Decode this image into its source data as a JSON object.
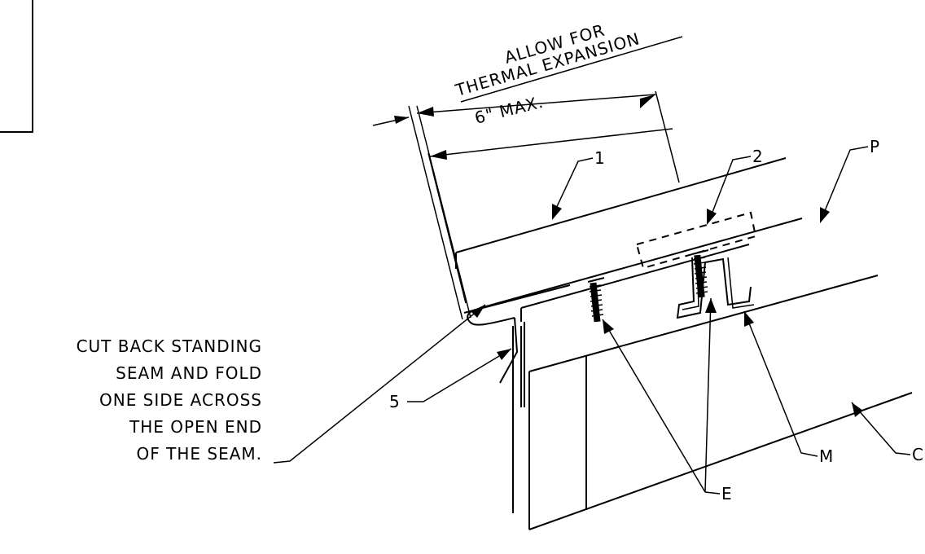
{
  "labels": {
    "thermal_line1": "ALLOW FOR",
    "thermal_line2": "THERMAL EXPANSION",
    "six_max": "6\" MAX.",
    "callout_1": "1",
    "callout_2": "2",
    "callout_p": "P",
    "callout_5": "5",
    "callout_e": "E",
    "callout_m": "M",
    "callout_c": "C",
    "note_line1": "CUT BACK STANDING",
    "note_line2": "SEAM AND FOLD",
    "note_line3": "ONE SIDE ACROSS",
    "note_line4": "THE OPEN END",
    "note_line5": "OF THE SEAM."
  }
}
